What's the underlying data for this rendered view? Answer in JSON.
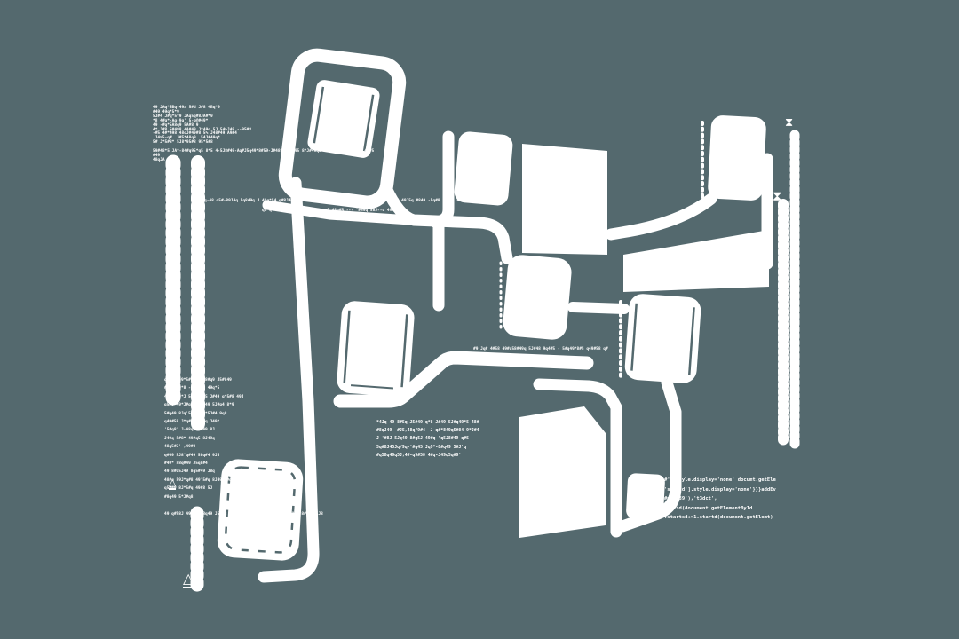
{
  "palette": {
    "background": "#54696e",
    "foreground": "#ffffff"
  },
  "glyphs": {
    "hourglass_top": "⧗",
    "hourglass_mid": "⧗",
    "triangle_upper": "△",
    "triangle_lower": "△"
  },
  "text_blocks": {
    "top": {
      "lines": [
        "49 JAq*5Bq-49a 5#d J#8 4Bq*9",
        "#49 49q*5*9",
        "5J#4 J#q*5*9 JAq5q#8JA#*9",
        "*8 4#q*-Aq-9q' 5-q@#49*",
        "49 -#q*5A8q9 5A#8 9",
        "4* J#8 5#498 4A#49 J*49q 5J 54%J49 --95#8",
        "-#5 4#*498 48qJ#49#8 5% J48#49 A9#4",
        " J4%5-q#  J#5*48q9  54J#49q*",
        "5# J*5#8* 5J8*95#8 95*5#8",
        "",
        "59#48*5 JA*-84#q95*q5 8*5 4-5J8#49-Aq#J5q49*8#59-J#489q5#-*95 8*J#49q5*#849 J5q#*85J#4q 49#5",
        "#49",
        "48qJA"
      ]
    },
    "mid_line_1": {
      "lines": [
        "q-48 q5#-89J4q 5q849q J 48q*54 q#8J45q--8 4J#q 9-5# 48q#J 95-q 48#q5 J9q#48 5-q#8 49J5q #849 -5q#8 J49q5 #84-9 q5J#8 49q"
      ]
    },
    "mid_line_2": {
      "lines": [
        "q8 q4*'J4q-5A 48q--- q#8 q-J 48q#5 --- '#49q 58J--q 49#8 5J"
      ]
    },
    "left": {
      "lines": [
        "q#8Jq 49*5#8q49 58#q9 J5#849",
        "#q5J 49*8 -- 5#q8 49q*5",
        "48q#5 9*J 5#49q8*5 J#49 q*5#8 49J",
        "q5#8 49*J#q 5'8q#49 5J#q4 8*9",
        "5#q49 8Jq'5#49 8q*5J#4 9q8",
        "q49#58 J*q#49 58#q J49*",
        "'5#q8' J-48q-5#q49 8J",
        "J49q 5#8* 49#q5 8J49q",
        "48q5#J' ,49#8",
        "q#49 5J8'q#49 58q#4 9J5",
        "#49* 58q#49 J5q8#4",
        "49 8#q5J49 8q5#49 J8q",
        "48#q 59J*q#8 49'5#q 8J49 5#q8",
        "q5#49 8J*5#q 49#8 5J",
        "#8q49 5*J#q8",
        "",
        "49 q#58J 49*q5 #8q49 J5#q8 49*58 #q4J9 58q#4 95J#8 q49*5 8#q49 5J8"
      ]
    },
    "center": {
      "lines": [
        "*4Jq 49-8#5q J5#49 q*8-J#49 5J#q49*5 48#",
        "#8qJ49  #J5,48q/9#4  J-q#*849q5#84 9*J#4",
        "J-'#8J 5Jq49 8#q5J 49#q-'q5J8#49-q#5",
        "5q#8J45Jq/9q-'#q45 Jq9*-8#q49 5#J'q",
        "#q58q49q5J,4#-q9#58 4#q-J49q5q#9'"
      ]
    },
    "under_chip": {
      "lines": [
        "#9 Jq# 4#58 49#q58#49q 5J#48 9q4#5 - 5#q49*8#5 q49#58 q#"
      ]
    },
    "code": {
      "lines": [
        "#').style.display='none' documt.getEle",
        "'spa_td'].style.display='none'}}}addEv",
        "#d,'t39'),'t3dct',",
        "}{d.id(document.getElementById",
        ".startsd+=1.startd(document.getElemt)"
      ]
    }
  }
}
